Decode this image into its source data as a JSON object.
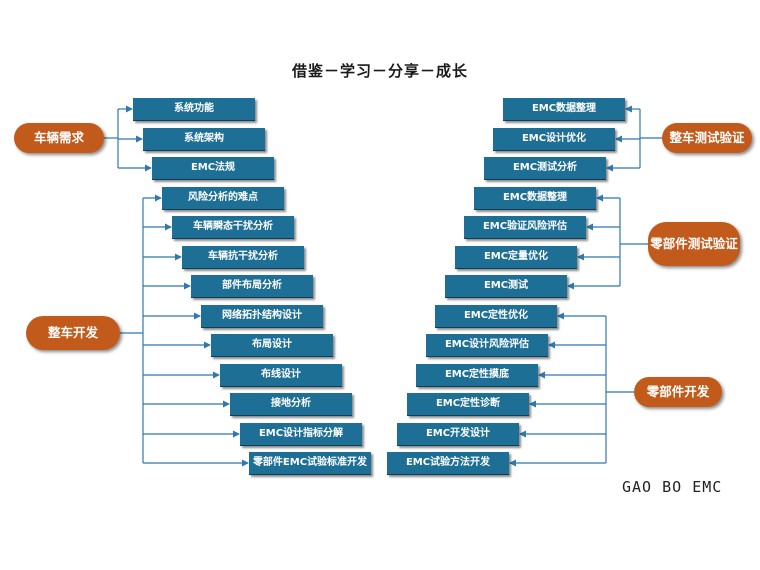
{
  "title": "借鉴－学习－分享－成长",
  "brand": "GAO BO EMC",
  "colors": {
    "box": "#1e6f96",
    "pill": "#c25a1b",
    "line": "#2f78b0"
  },
  "left": {
    "groups": [
      {
        "label": "车辆需求",
        "items": [
          "系统功能",
          "系统架构",
          "EMC法规"
        ]
      },
      {
        "label": "整车开发",
        "items": [
          "风险分析的难点",
          "车辆瞬态干扰分析",
          "车辆抗干扰分析",
          "部件布局分析",
          "网络拓扑结构设计",
          "布局设计",
          "布线设计",
          "接地分析",
          "EMC设计指标分解",
          "零部件EMC试验标准开发"
        ]
      }
    ]
  },
  "right": {
    "groups": [
      {
        "label": "整车测试验证",
        "items": [
          "EMC数据整理",
          "EMC设计优化",
          "EMC测试分析"
        ]
      },
      {
        "label": "零部件测试验证",
        "items": [
          "EMC数据整理",
          "EMC验证风险评估",
          "EMC定量优化",
          "EMC测试"
        ]
      },
      {
        "label": "零部件开发",
        "items": [
          "EMC定性优化",
          "EMC设计风险评估",
          "EMC定性摸底",
          "EMC定性诊断",
          "EMC开发设计",
          "EMC试验方法开发"
        ]
      }
    ]
  }
}
